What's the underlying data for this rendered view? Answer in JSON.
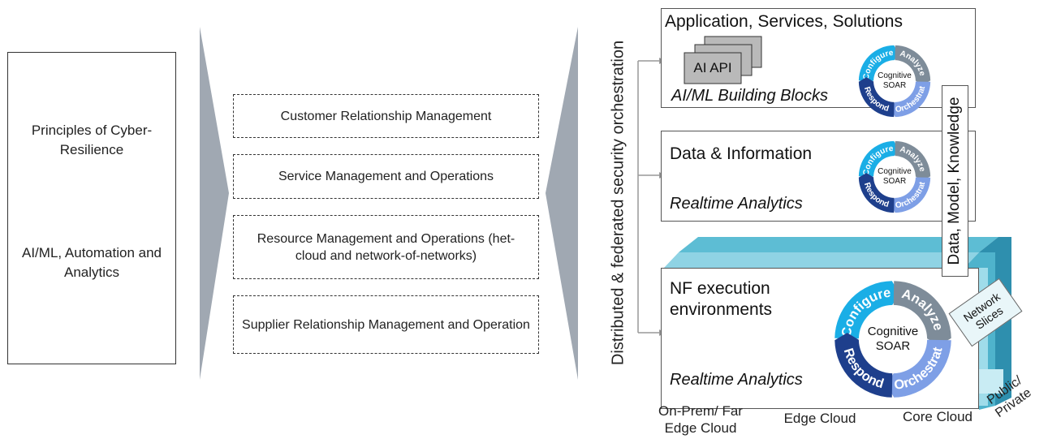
{
  "left_panel": {
    "principle": "Principles of Cyber-Resilience",
    "aiml": "AI/ML, Automation and Analytics"
  },
  "management_items": [
    "Customer Relationship Management",
    "Service Management and Operations",
    "Resource Management and Operations (het-cloud and network-of-networks)",
    "Supplier Relationship Management and Operation"
  ],
  "orchestration_label": "Distributed & federated security orchestration",
  "layers": {
    "app": {
      "title": "Application, Services, Solutions",
      "api": "AI API",
      "subtitle": "AI/ML Building Blocks"
    },
    "data": {
      "title": "Data & Information",
      "subtitle": "Realtime Analytics"
    },
    "nf": {
      "title": "NF execution environments",
      "subtitle": "Realtime Analytics"
    }
  },
  "data_model_label": "Data, Model, Knowledge",
  "network_slices": "Network Slices",
  "public_private": "Public/ Private",
  "cloud_labels": [
    "On-Prem/ Far Edge Cloud",
    "Edge Cloud",
    "Core Cloud"
  ],
  "soar": {
    "center": "Cognitive SOAR",
    "segments": [
      "Configure",
      "Analyze",
      "Orchestrate",
      "Respond"
    ]
  },
  "colors": {
    "configure": "#1aaee6",
    "analyze": "#7e8c99",
    "orchestrate": "#7e9fe6",
    "respond": "#1e3f8c",
    "slice_teal": "#4fb3cc",
    "chevron_gray": "#a0a8b2"
  }
}
